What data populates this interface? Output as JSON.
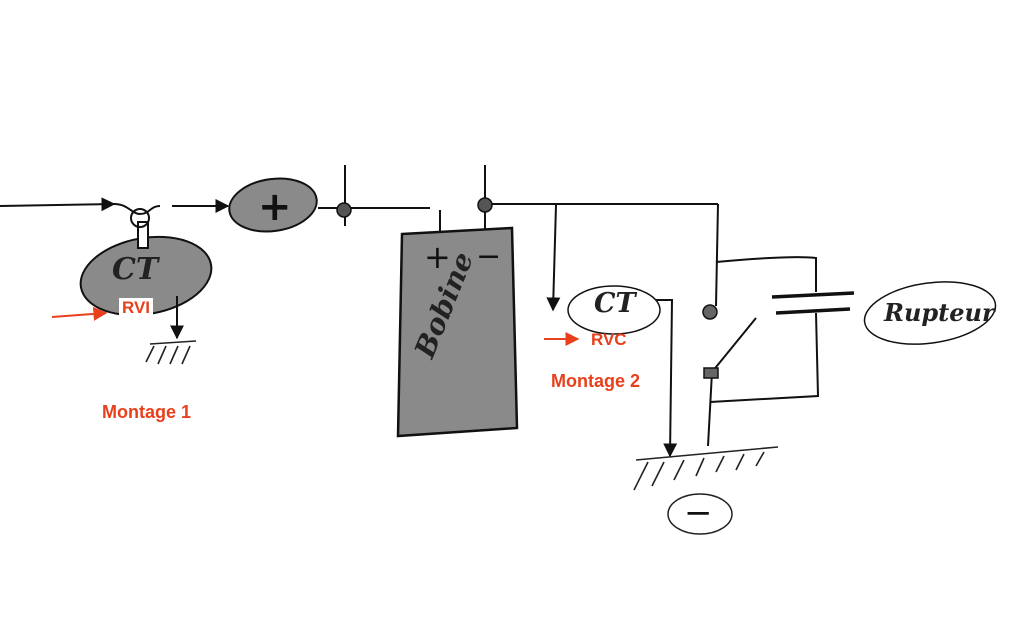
{
  "labels": {
    "rvi": "RVI",
    "rvc": "RVC",
    "montage1": "Montage 1",
    "montage2": "Montage 2",
    "ct1": "CT",
    "ct2": "CT",
    "bobine": "Bobine",
    "rupteur": "Rupteur"
  },
  "symbols": {
    "battery_plus": "+",
    "coil_plus": "+",
    "coil_minus": "−",
    "ground_minus": "−"
  },
  "colors": {
    "accent_red": "#e8401c",
    "shape_fill": "#8a8a8a",
    "ink": "#111111"
  }
}
